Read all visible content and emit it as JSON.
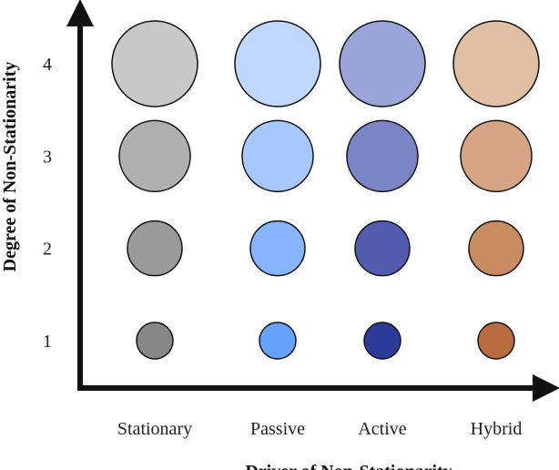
{
  "chart_data": {
    "type": "scatter",
    "xlabel": "Driver of Non-Stationarity",
    "ylabel": "Degree of Non-Stationarity",
    "categories": [
      "Stationary",
      "Passive",
      "Active",
      "Hybrid"
    ],
    "y_ticks": [
      "1",
      "2",
      "3",
      "4"
    ],
    "ylim": [
      0.5,
      4.6
    ],
    "legend": "none",
    "grid": false,
    "points": [
      {
        "x": "Stationary",
        "y": 1,
        "size": 1,
        "color": "#878787"
      },
      {
        "x": "Stationary",
        "y": 2,
        "size": 2,
        "color": "#9b9b9b"
      },
      {
        "x": "Stationary",
        "y": 3,
        "size": 3,
        "color": "#b0b0b0"
      },
      {
        "x": "Stationary",
        "y": 4,
        "size": 4,
        "color": "#c8c8c8"
      },
      {
        "x": "Passive",
        "y": 1,
        "size": 1,
        "color": "#66a3ff"
      },
      {
        "x": "Passive",
        "y": 2,
        "size": 2,
        "color": "#87b4ff"
      },
      {
        "x": "Passive",
        "y": 3,
        "size": 3,
        "color": "#a6c8ff"
      },
      {
        "x": "Passive",
        "y": 4,
        "size": 4,
        "color": "#c0d8ff"
      },
      {
        "x": "Active",
        "y": 1,
        "size": 1,
        "color": "#2c3a99"
      },
      {
        "x": "Active",
        "y": 2,
        "size": 2,
        "color": "#525db2"
      },
      {
        "x": "Active",
        "y": 3,
        "size": 3,
        "color": "#7a85c6"
      },
      {
        "x": "Active",
        "y": 4,
        "size": 4,
        "color": "#9ba4d8"
      },
      {
        "x": "Hybrid",
        "y": 1,
        "size": 1,
        "color": "#b86c3f"
      },
      {
        "x": "Hybrid",
        "y": 2,
        "size": 2,
        "color": "#c98c62"
      },
      {
        "x": "Hybrid",
        "y": 3,
        "size": 3,
        "color": "#d6a585"
      },
      {
        "x": "Hybrid",
        "y": 4,
        "size": 4,
        "color": "#e0bfa5"
      }
    ]
  }
}
